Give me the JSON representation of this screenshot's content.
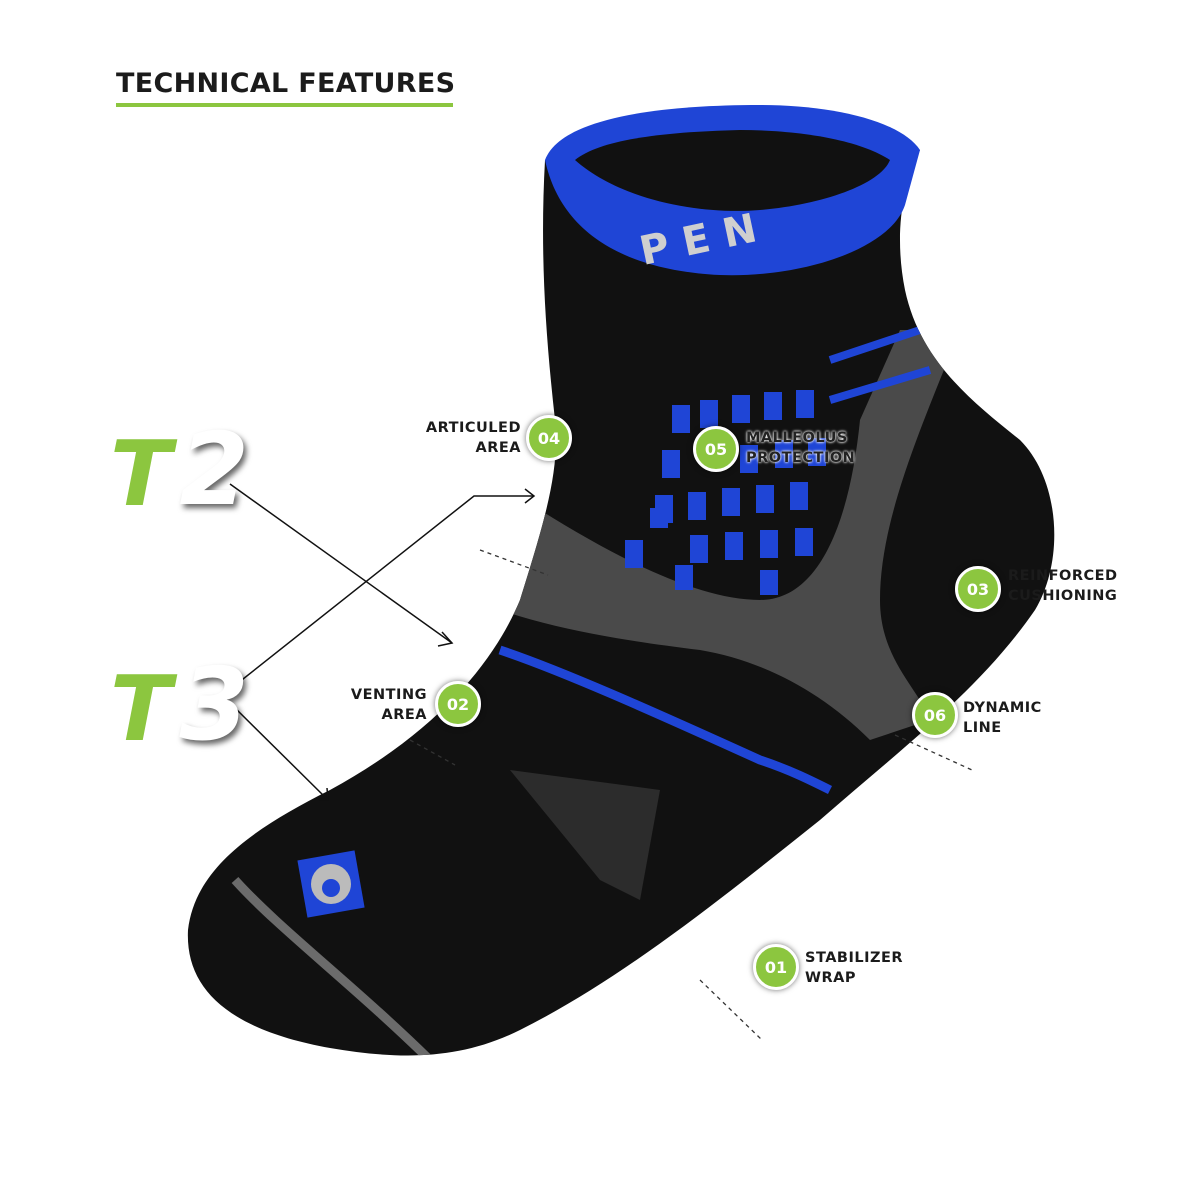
{
  "header": {
    "title": "TECHNICAL FEATURES"
  },
  "colors": {
    "accent_green": "#8cc63f",
    "sock_blue": "#1f45d6",
    "sock_black": "#111111",
    "sock_grey": "#4d4d4d"
  },
  "logos": [
    {
      "letter": "T",
      "number": "2"
    },
    {
      "letter": "T",
      "number": "3"
    }
  ],
  "sock": {
    "cuff_text": "PEN"
  },
  "features": [
    {
      "number": "01",
      "line1": "STABILIZER",
      "line2": "WRAP"
    },
    {
      "number": "02",
      "line1": "VENTING",
      "line2": "AREA"
    },
    {
      "number": "03",
      "line1": "REINFORCED",
      "line2": "CUSHIONING"
    },
    {
      "number": "04",
      "line1": "ARTICULED",
      "line2": "AREA"
    },
    {
      "number": "05",
      "line1": "MALLEOLUS",
      "line2": "PROTECTION"
    },
    {
      "number": "06",
      "line1": "DYNAMIC",
      "line2": "LINE"
    }
  ]
}
